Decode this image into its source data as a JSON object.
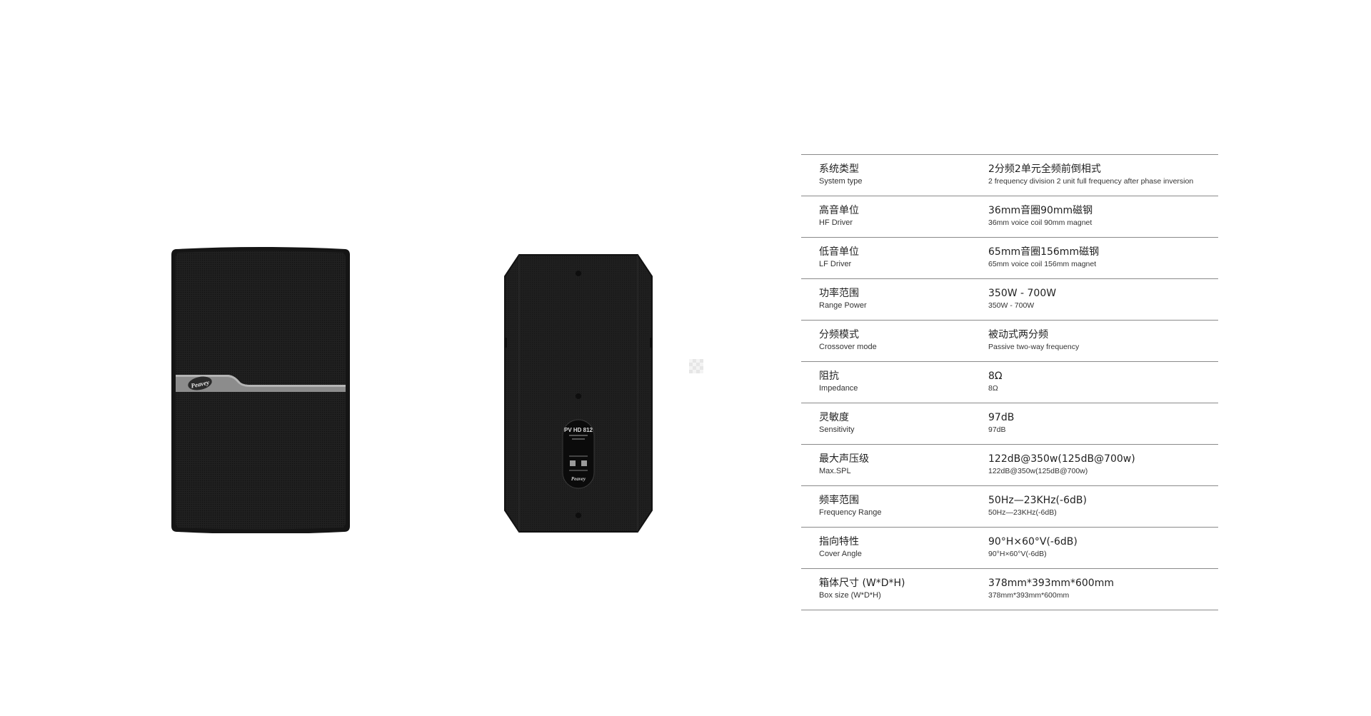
{
  "product": {
    "back_model_label": "PV HD 812",
    "front_logo": "Peavey",
    "back_logo": "Peavey"
  },
  "specs": [
    {
      "label_zh": "系统类型",
      "label_en": "System type",
      "value_zh": "2分频2单元全频前倒相式",
      "value_en": "2 frequency division 2 unit full frequency after phase inversion"
    },
    {
      "label_zh": "高音单位",
      "label_en": "HF Driver",
      "value_zh": "36mm音圈90mm磁钢",
      "value_en": "36mm voice coil 90mm magnet"
    },
    {
      "label_zh": "低音单位",
      "label_en": "LF Driver",
      "value_zh": "65mm音圈156mm磁钢",
      "value_en": "65mm voice coil 156mm magnet"
    },
    {
      "label_zh": "功率范围",
      "label_en": "Range Power",
      "value_zh": "350W - 700W",
      "value_en": "350W - 700W"
    },
    {
      "label_zh": "分频模式",
      "label_en": "Crossover mode",
      "value_zh": "被动式两分频",
      "value_en": "Passive two-way frequency"
    },
    {
      "label_zh": "阻抗",
      "label_en": "Impedance",
      "value_zh": "8Ω",
      "value_en": "8Ω"
    },
    {
      "label_zh": "灵敏度",
      "label_en": "Sensitivity",
      "value_zh": "97dB",
      "value_en": "97dB"
    },
    {
      "label_zh": "最大声压级",
      "label_en": "Max.SPL",
      "value_zh": "122dB@350w(125dB@700w)",
      "value_en": "122dB@350w(125dB@700w)"
    },
    {
      "label_zh": "频率范围",
      "label_en": "Frequency Range",
      "value_zh": "50Hz—23KHz(-6dB)",
      "value_en": "50Hz—23KHz(-6dB)"
    },
    {
      "label_zh": "指向特性",
      "label_en": "Cover Angle",
      "value_zh": "90°H×60°V(-6dB)",
      "value_en": "90°H×60°V(-6dB)"
    },
    {
      "label_zh": "箱体尺寸 (W*D*H)",
      "label_en": "Box size (W*D*H)",
      "value_zh": "378mm*393mm*600mm",
      "value_en": "378mm*393mm*600mm"
    }
  ],
  "colors": {
    "cabinet": "#1b1b1b",
    "grille": "#232323",
    "badge": "#8c8c8c",
    "divider": "#8a8a8a"
  }
}
